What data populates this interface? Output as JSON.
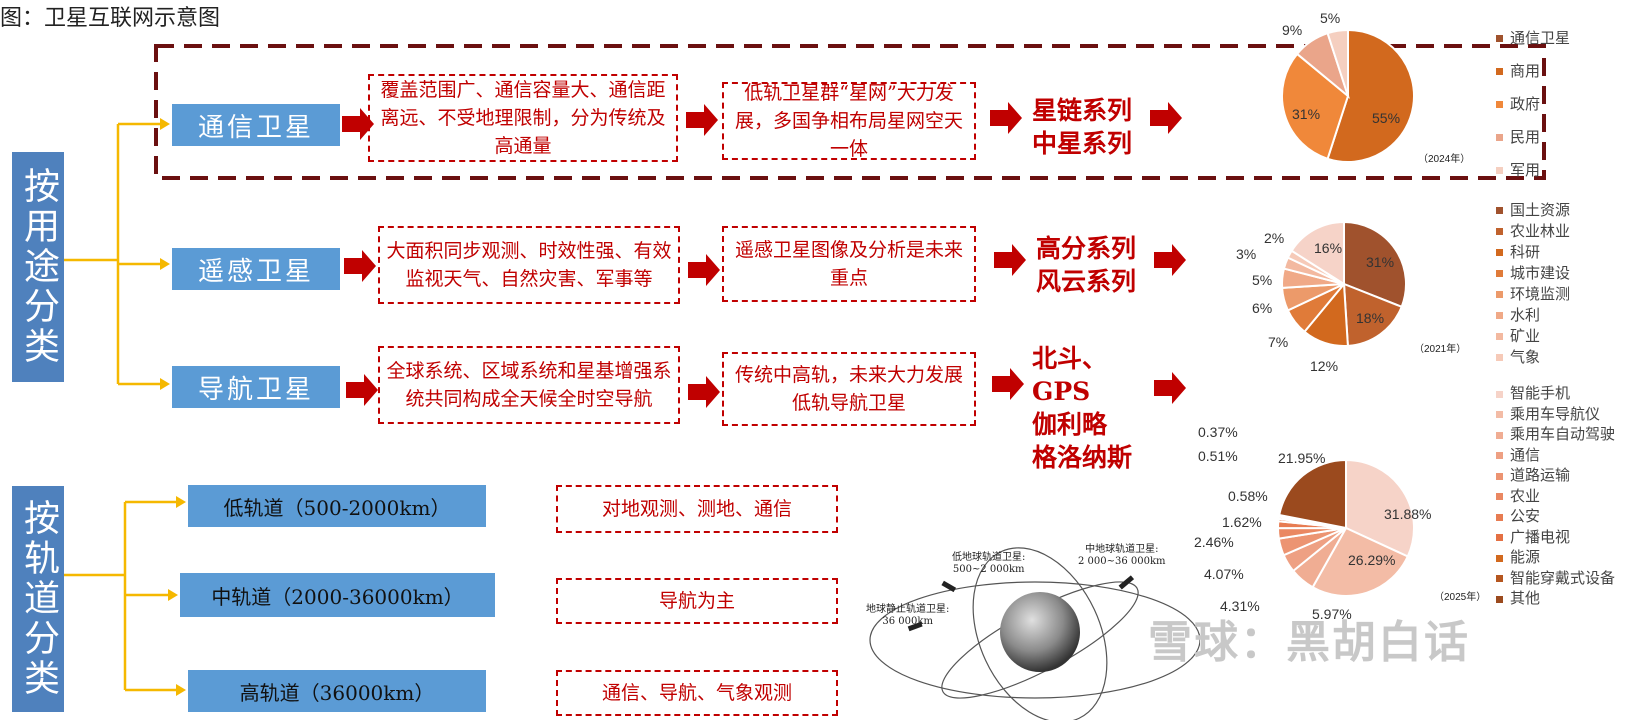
{
  "title": "图：卫星互联网示意图",
  "usage": {
    "category_label": "按用途分类",
    "rows": [
      {
        "name": "通信卫星",
        "desc": "覆盖范围广、通信容量大、通信距离远、不受地理限制，分为传统及高通量",
        "trend": "低轨卫星群“星网”大力发展，多国争相布局星网空天一体",
        "series": [
          "星链系列",
          "中星系列"
        ]
      },
      {
        "name": "遥感卫星",
        "desc": "大面积同步观测、时效性强、有效监视天气、自然灾害、军事等",
        "trend": "遥感卫星图像及分析是未来重点",
        "series": [
          "高分系列",
          "风云系列"
        ]
      },
      {
        "name": "导航卫星",
        "desc": "全球系统、区域系统和星基增强系统共同构成全天候全时空导航",
        "trend": "传统中高轨，未来大力发展低轨导航卫星",
        "series": [
          "北斗、",
          "GPS",
          "伽利略",
          "格洛纳斯"
        ]
      }
    ]
  },
  "orbit": {
    "category_label": "按轨道分类",
    "rows": [
      {
        "name": "低轨道（500-2000km）",
        "use": "对地观测、测地、通信"
      },
      {
        "name": "中轨道（2000-36000km）",
        "use": "导航为主"
      },
      {
        "name": "高轨道（36000km）",
        "use": "通信、导航、气象观测"
      }
    ],
    "diagram_labels": {
      "low": [
        "低地球轨道卫星:",
        "500~2 000km"
      ],
      "mid": [
        "中地球轨道卫星:",
        "2 000~36 000km"
      ],
      "geo": [
        "地球静止轨道卫星:",
        "36 000km"
      ]
    }
  },
  "chart_data": [
    {
      "type": "pie",
      "year_note": "（2024年）",
      "categories": [
        "通信卫星",
        "商用",
        "政府",
        "民用",
        "军用"
      ],
      "values": [
        0,
        55,
        31,
        9,
        5
      ],
      "value_labels": [
        "",
        "55%",
        "31%",
        "9%",
        "5%"
      ],
      "colors": [
        "#c0504d",
        "#d2691e",
        "#f0883a",
        "#eaa58a",
        "#f5cfc0"
      ]
    },
    {
      "type": "pie",
      "year_note": "（2021年）",
      "categories": [
        "国土资源",
        "农业林业",
        "科研",
        "城市建设",
        "环境监测",
        "水利",
        "矿业",
        "气象"
      ],
      "values": [
        31,
        18,
        12,
        7,
        6,
        5,
        3,
        2,
        16
      ],
      "value_labels": [
        "31%",
        "18%",
        "12%",
        "7%",
        "6%",
        "5%",
        "3%",
        "2%",
        "16%"
      ],
      "colors": [
        "#a0522d",
        "#c0622d",
        "#d2691e",
        "#e07b39",
        "#ec9a6a",
        "#f0a987",
        "#f3b9a0",
        "#f6cab8",
        "#f6d3c8"
      ]
    },
    {
      "type": "pie",
      "year_note": "（2025年）",
      "categories": [
        "智能手机",
        "乘用车导航仪",
        "乘用车自动驾驶",
        "通信",
        "道路运输",
        "农业",
        "公安",
        "广播电视",
        "能源",
        "智能穿戴式设备",
        "其他"
      ],
      "values": [
        31.88,
        26.29,
        5.97,
        4.31,
        4.07,
        2.46,
        1.62,
        0.58,
        0.51,
        0.37,
        21.95
      ],
      "value_labels": [
        "31.88%",
        "26.29%",
        "5.97%",
        "4.31%",
        "4.07%",
        "2.46%",
        "1.62%",
        "0.58%",
        "0.51%",
        "0.37%",
        "21.95%"
      ],
      "colors": [
        "#f6d3c8",
        "#f3bca6",
        "#f0ad93",
        "#eea083",
        "#ec9472",
        "#ea8862",
        "#e77c52",
        "#e47043",
        "#d2691e",
        "#b5561f",
        "#9b4a1e"
      ]
    }
  ],
  "legend_colors": {
    "pie1": [
      "#a0522d",
      "#d2691e",
      "#f0883a",
      "#eaa58a",
      "#f5cfc0"
    ],
    "pie2": [
      "#a0522d",
      "#c0622d",
      "#d2691e",
      "#e07b39",
      "#ec9a6a",
      "#f0a987",
      "#f3b9a0",
      "#f6cab8"
    ],
    "pie3": [
      "#f6d3c8",
      "#f3bca6",
      "#f0ad93",
      "#eea083",
      "#ec9472",
      "#ea8862",
      "#e77c52",
      "#e47043",
      "#d2691e",
      "#b5561f",
      "#9b4a1e"
    ]
  },
  "watermark": "雪球：黑胡白话"
}
